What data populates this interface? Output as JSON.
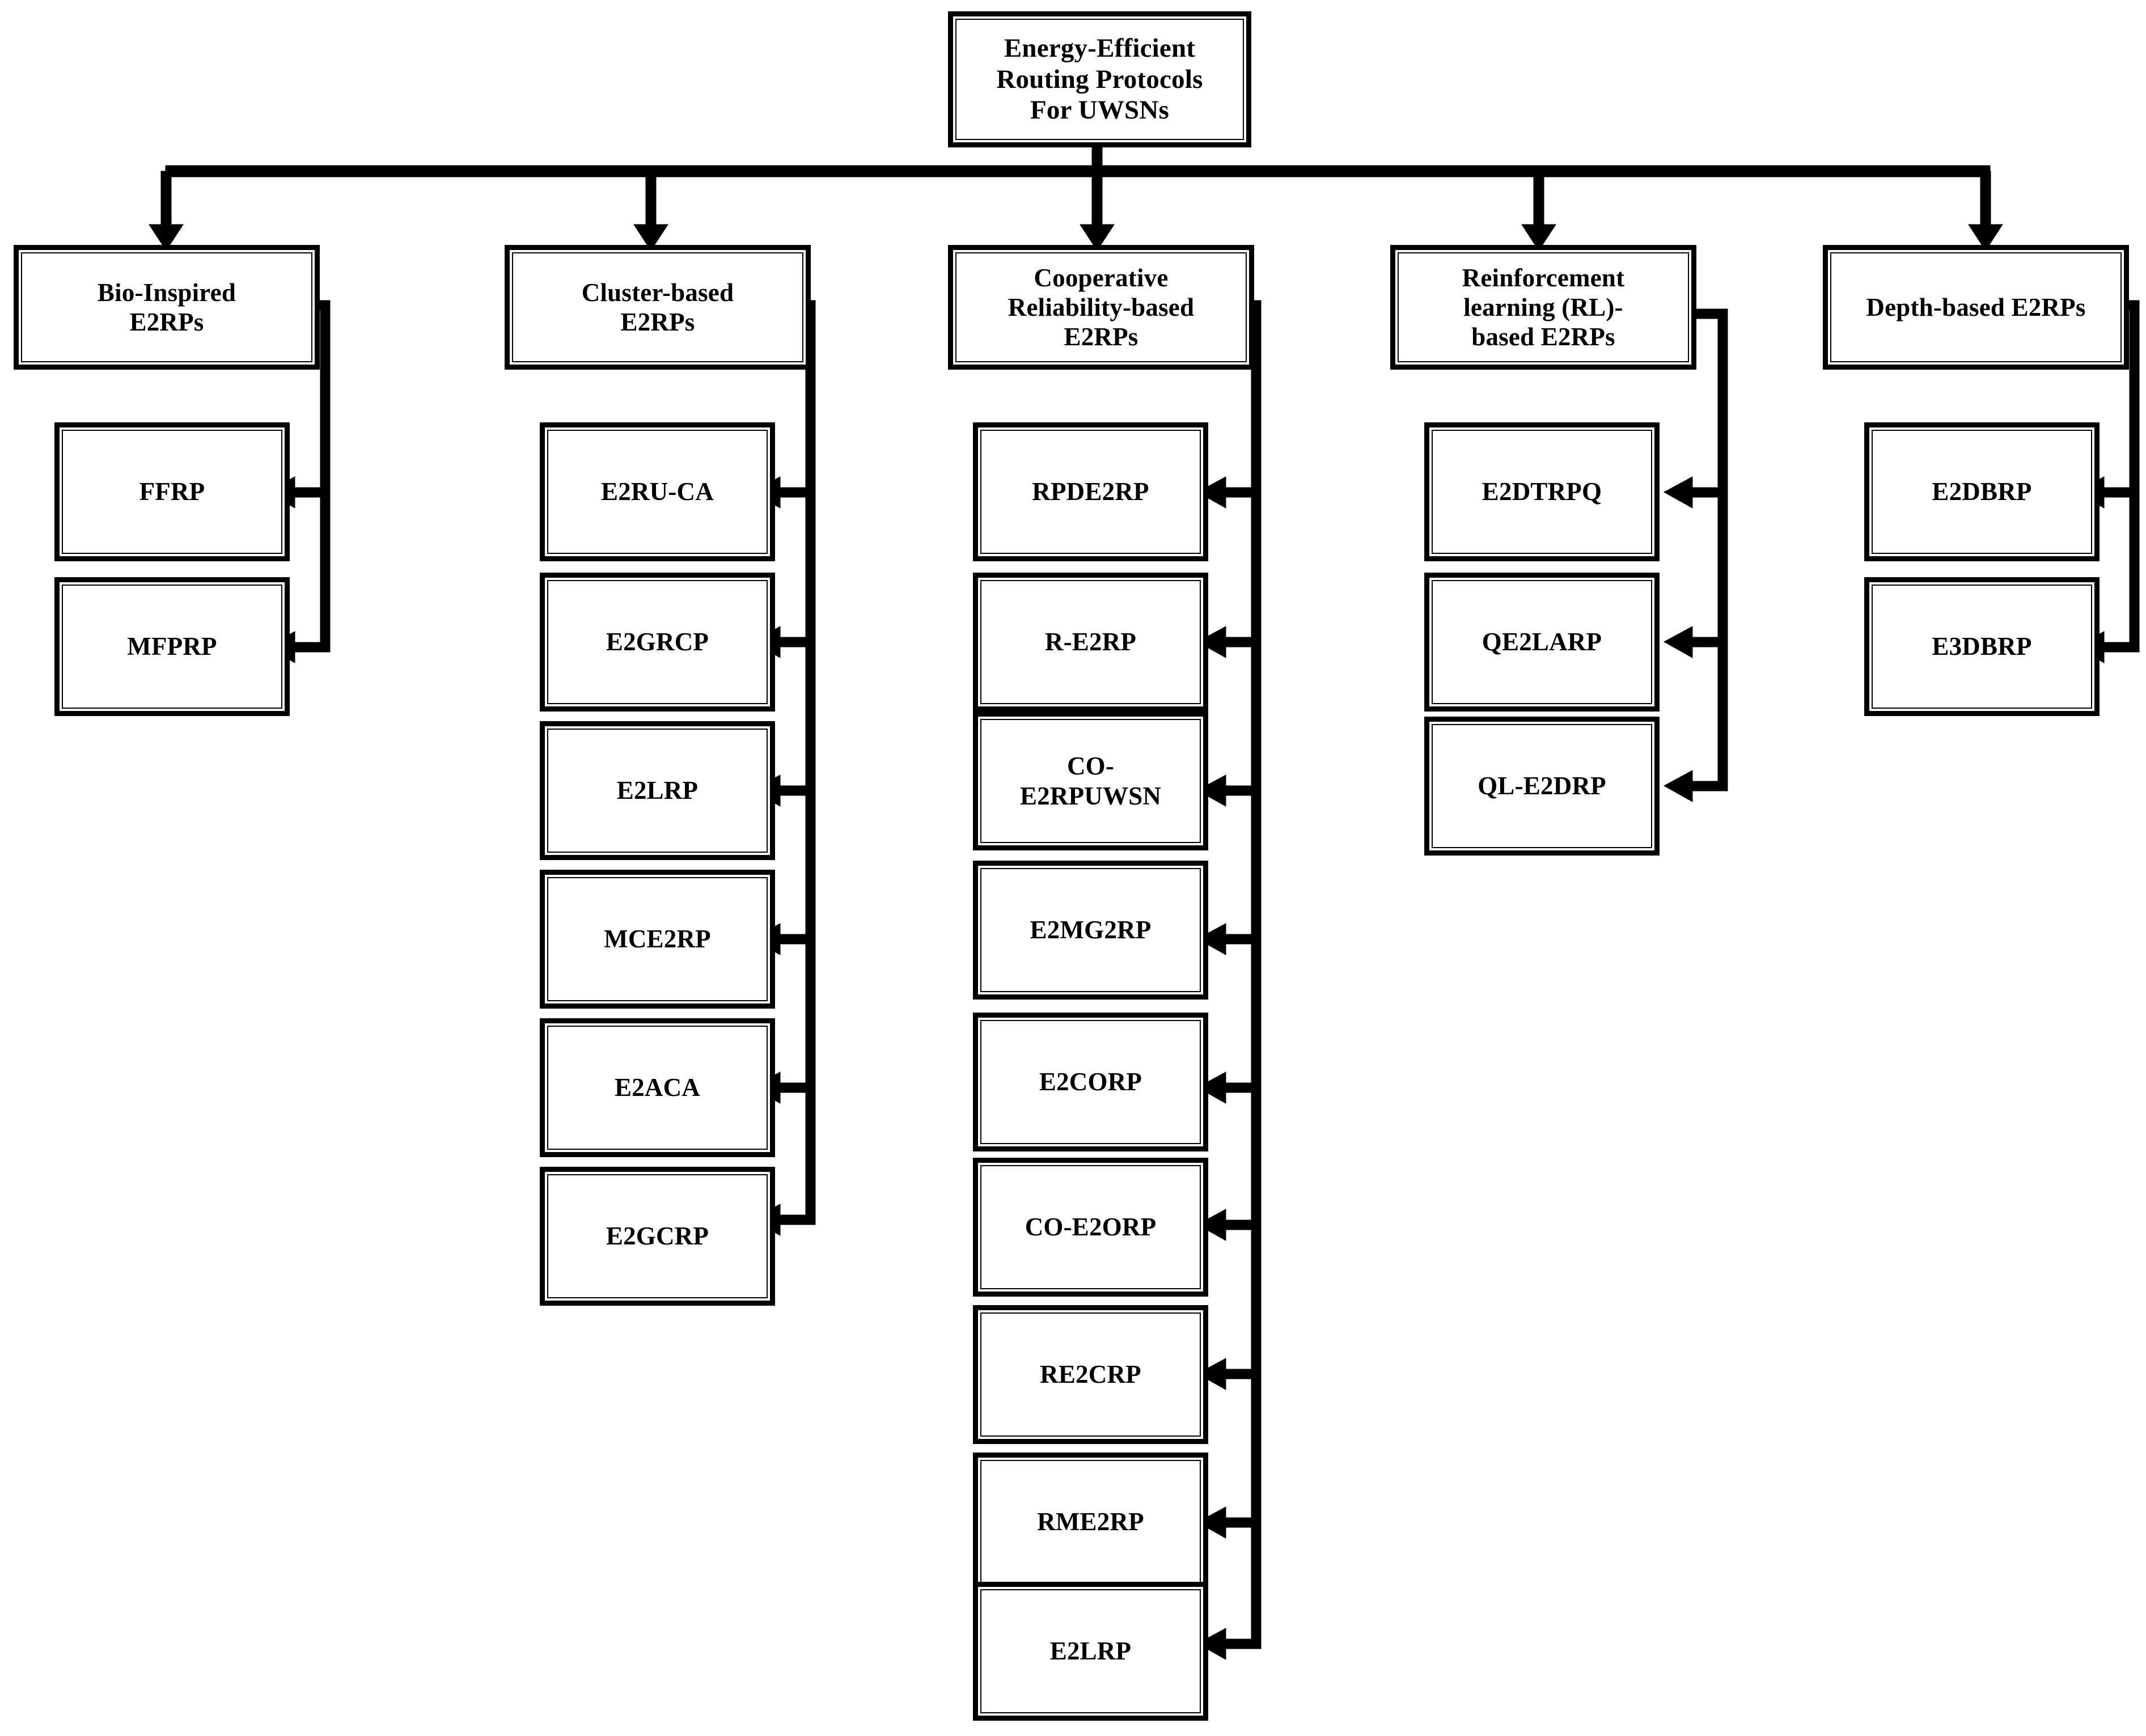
{
  "diagram": {
    "title": "Energy-Efficient Routing Protocols For UWSNs taxonomy",
    "root": {
      "label": "Energy-Efficient\nRouting Protocols\nFor UWSNs"
    },
    "line_color": "#000000",
    "box_fill": "#ffffff",
    "branches": [
      {
        "id": "bio-inspired",
        "label": "Bio-Inspired\nE2RPs",
        "children": [
          {
            "label": "FFRP"
          },
          {
            "label": "MFPRP"
          }
        ]
      },
      {
        "id": "cluster-based",
        "label": "Cluster-based\nE2RPs",
        "children": [
          {
            "label": "E2RU-CA"
          },
          {
            "label": "E2GRCP"
          },
          {
            "label": "E2LRP"
          },
          {
            "label": "MCE2RP"
          },
          {
            "label": "E2ACA"
          },
          {
            "label": "E2GCRP"
          }
        ]
      },
      {
        "id": "cooperative-reliability-based",
        "label": "Cooperative\nReliability-based\nE2RPs",
        "children": [
          {
            "label": "RPDE2RP"
          },
          {
            "label": "R-E2RP"
          },
          {
            "label": "CO-\nE2RPUWSN"
          },
          {
            "label": "E2MG2RP"
          },
          {
            "label": "E2CORP"
          },
          {
            "label": "CO-E2ORP"
          },
          {
            "label": "RE2CRP"
          },
          {
            "label": "RME2RP"
          },
          {
            "label": "E2LRP"
          }
        ]
      },
      {
        "id": "reinforcement-learning-based",
        "label": "Reinforcement\nlearning (RL)-\nbased E2RPs",
        "children": [
          {
            "label": "E2DTRPQ"
          },
          {
            "label": "QE2LARP"
          },
          {
            "label": "QL-E2DRP"
          }
        ]
      },
      {
        "id": "depth-based",
        "label": "Depth-based E2RPs",
        "children": [
          {
            "label": "E2DBRP"
          },
          {
            "label": "E3DBRP"
          }
        ]
      }
    ]
  }
}
